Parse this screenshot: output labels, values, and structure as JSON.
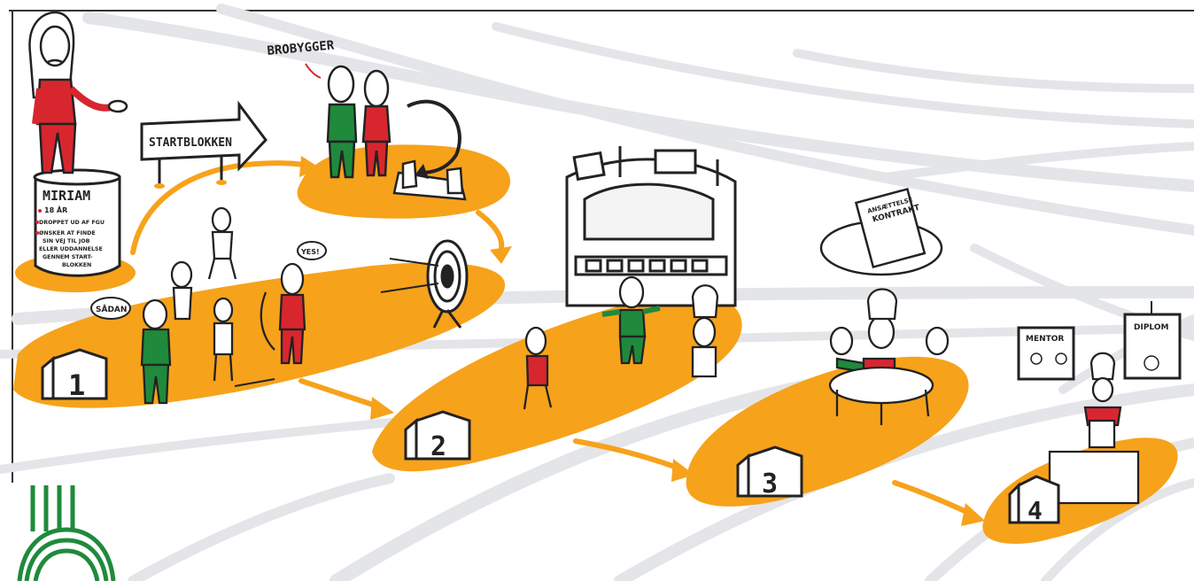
{
  "colors": {
    "orange": "#f7a21b",
    "green": "#1f8a3b",
    "red": "#d8262f",
    "road": "#e6e7ea",
    "ink": "#222222"
  },
  "labels": {
    "brobygger": "BROBYGGER",
    "startblokken": "STARTBLOKKEN",
    "pedestal": {
      "name": "MIRIAM",
      "age": "18 ÅR",
      "line1": "DROPPET UD AF FGU",
      "line2": "ØNSKER AT FINDE",
      "line3": "SIN VEJ TIL JOB",
      "line4": "ELLER UDDANNELSE",
      "line5": "GENNEM START-",
      "line6": "BLOKKEN"
    },
    "sadan": "SÅDAN",
    "yes": "YES!",
    "ansaettelse": "ANSÆTTELSE",
    "kontrakt": "KONTRAKT",
    "mentor": "MENTOR",
    "diplom": "DIPLOM"
  },
  "steps": [
    {
      "number": "1"
    },
    {
      "number": "2"
    },
    {
      "number": "3"
    },
    {
      "number": "4"
    }
  ],
  "icons": {
    "logo": "green-arches-logo",
    "target": "archery-target-icon",
    "stadium": "stadium-icon"
  }
}
